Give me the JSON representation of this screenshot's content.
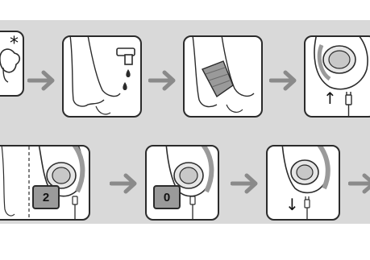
{
  "steps_row1": [
    {
      "name": "step-1-cool-skin"
    },
    {
      "name": "step-2-wash-feet"
    },
    {
      "name": "step-3-dry-feet"
    },
    {
      "name": "step-4-attach-head-and-plug-in"
    }
  ],
  "steps_row2": [
    {
      "name": "step-5-speed-2",
      "badge": "2"
    },
    {
      "name": "step-6-switch-off",
      "badge": "0"
    },
    {
      "name": "step-7-unplug"
    }
  ],
  "symbols": {
    "snowflake": "*",
    "arrow_up": "↑",
    "arrow_down": "↓"
  },
  "colors": {
    "background_band": "#d9d9d9",
    "panel_border": "#2b2b2b",
    "arrow": "#8a8a8a",
    "badge_fill": "#9a9a9a"
  }
}
